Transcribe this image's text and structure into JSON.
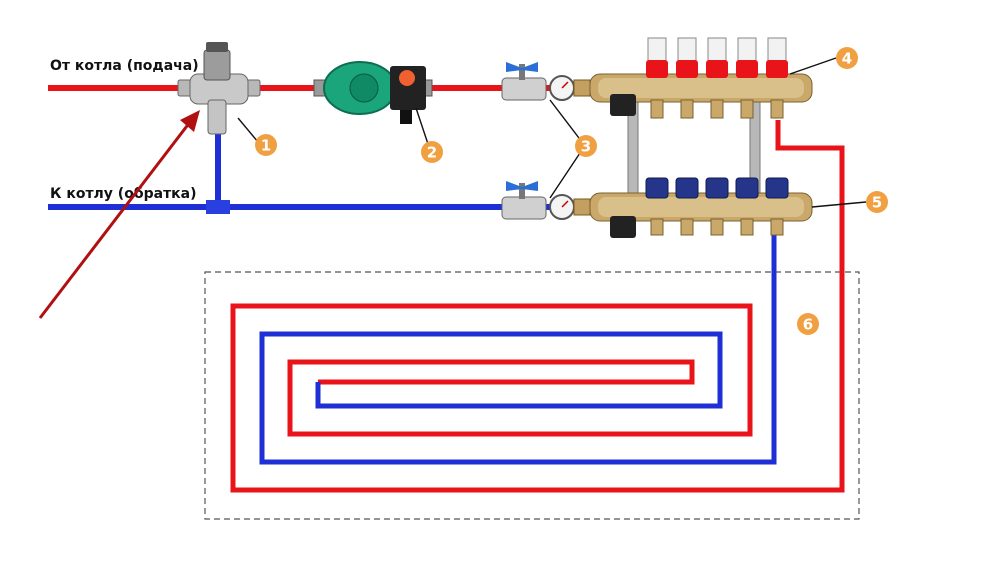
{
  "labels": {
    "supply": "От котла (подача)",
    "return": "К котлу (обратка)"
  },
  "callouts": [
    "1",
    "2",
    "3",
    "4",
    "5",
    "6"
  ],
  "colors": {
    "supply_pipe": "#e8141a",
    "return_pipe": "#1f2fd6",
    "badge": "#f0a040",
    "pointer_arrow": "#b01010",
    "zone_border": "#555555",
    "pump_body": "#1aa57a"
  },
  "icons": {
    "mixing_valve": "thermostatic-mixing-valve-icon",
    "pump": "circulation-pump-icon",
    "ball_valve": "ball-valve-with-gauge-icon",
    "supply_manifold": "supply-manifold-with-flowmeters-icon",
    "return_manifold": "return-manifold-with-actuator-caps-icon"
  }
}
